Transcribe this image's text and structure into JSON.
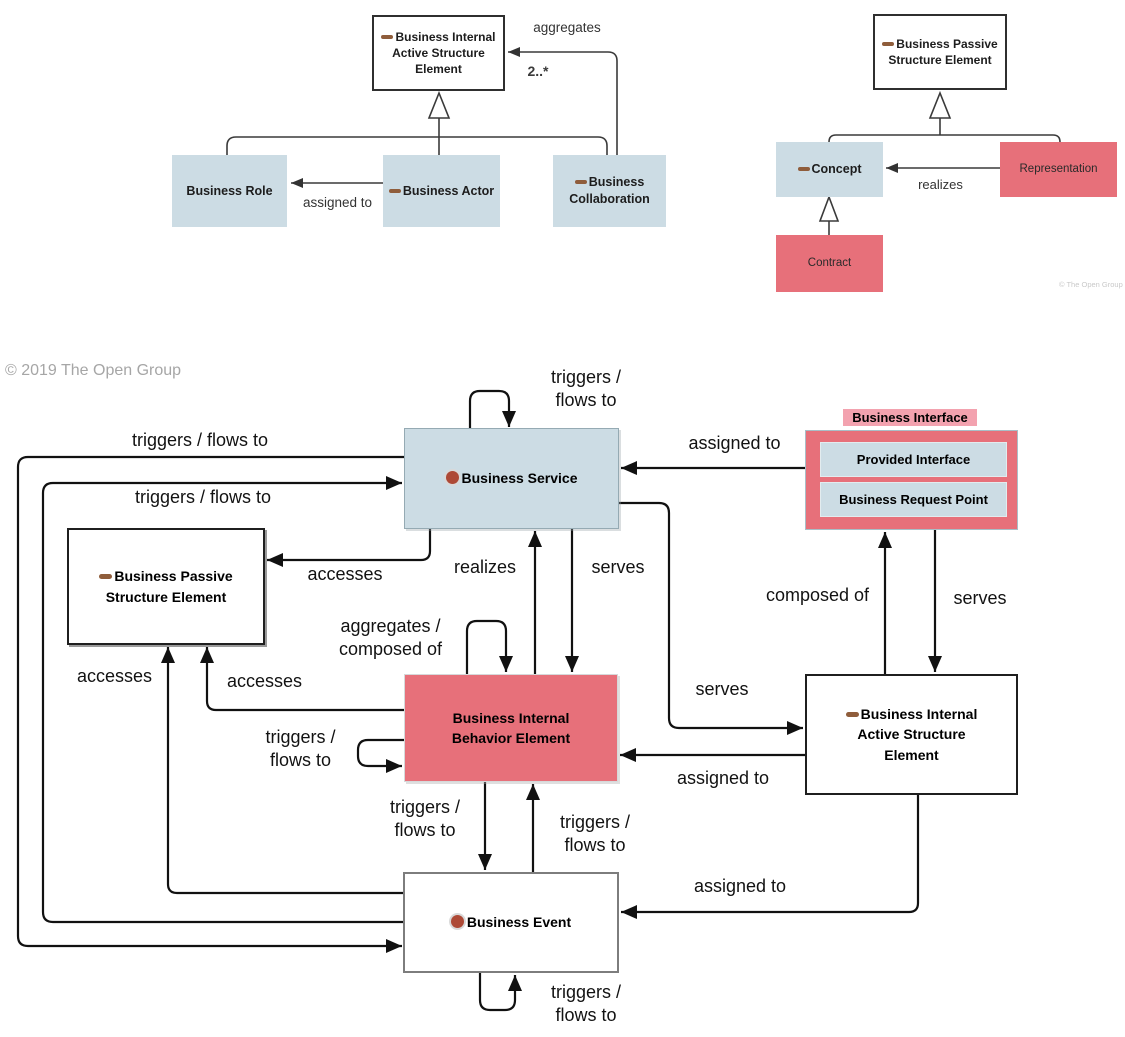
{
  "copyright": {
    "main": "© 2019 The Open Group",
    "small": "© The Open Group"
  },
  "colors": {
    "element_blue": "#ccdce4",
    "element_red": "#e7707a",
    "interface_label_pink": "#f3a2af",
    "icon_brown": "#8f5d3b",
    "icon_circle_red": "#ad4936",
    "line_black": "#111111"
  },
  "nodes": {
    "tl_parent": "Business Internal\nActive Structure\nElement",
    "tl_role": "Business Role",
    "tl_actor": "Business Actor",
    "tl_collab": "Business\nCollaboration",
    "tr_parent": "Business Passive\nStructure Element",
    "tr_concept": "Concept",
    "tr_representation": "Representation",
    "tr_contract": "Contract",
    "service": "Business Service",
    "interface_title": "Business Interface",
    "provided_interface": "Provided Interface",
    "request_point": "Business Request Point",
    "passive": "Business Passive\nStructure Element",
    "behavior": "Business Internal\nBehavior Element",
    "active": "Business Internal\nActive Structure\nElement",
    "event": "Business Event"
  },
  "labels": {
    "aggregates": "aggregates",
    "multiplicity": "2..*",
    "assigned_to": "assigned to",
    "realizes": "realizes",
    "serves": "serves",
    "accesses": "accesses",
    "composed_of": "composed of",
    "triggers_flows": "triggers / flows to",
    "triggers_flows_2l": "triggers /\nflows to",
    "aggregates_composed_2l": "aggregates /\ncomposed of"
  }
}
